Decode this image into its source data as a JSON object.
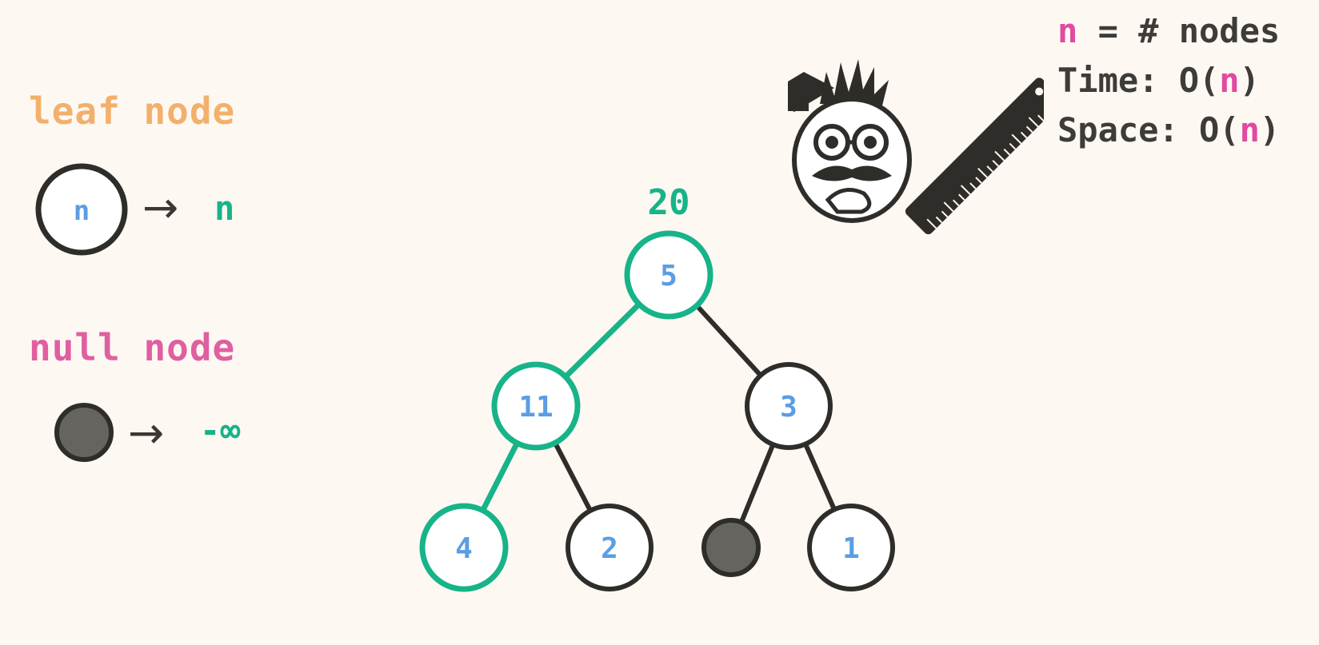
{
  "legend": {
    "leaf_title": "leaf node",
    "leaf_symbol": "n",
    "leaf_result": "n",
    "null_title": "null node",
    "null_result": "-∞",
    "arrow": "→"
  },
  "complexity": {
    "n_symbol": "n",
    "nodes_def": " = # nodes",
    "time_prefix": "Time: O(",
    "space_prefix": "Space: O(",
    "suffix": ")"
  },
  "tree": {
    "root_sum": "20",
    "nodes": {
      "root": "5",
      "left": "11",
      "right": "3",
      "left_left": "4",
      "left_right": "2",
      "right_right": "1"
    }
  },
  "colors": {
    "highlight": "#17b389",
    "node_stroke": "#2f2d2a",
    "null_fill": "#66645f",
    "node_text": "#5b9de3",
    "leaf_title": "#f2b06b",
    "null_title": "#e05fa0",
    "n_pink": "#e14aa0"
  },
  "icons": [
    "professor-mascot-icon",
    "ruler-icon",
    "graduation-cap-icon"
  ]
}
